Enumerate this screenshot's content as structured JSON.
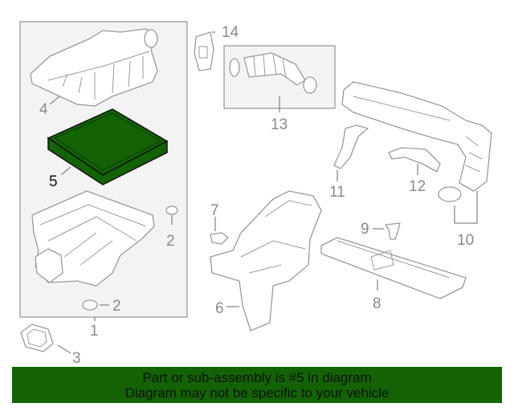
{
  "diagram": {
    "callouts": {
      "c1": "1",
      "c2a": "2",
      "c2b": "2",
      "c3": "3",
      "c4": "4",
      "c5": "5",
      "c6": "6",
      "c7": "7",
      "c8": "8",
      "c9": "9",
      "c10": "10",
      "c11": "11",
      "c12": "12",
      "c13": "13",
      "c14": "14"
    },
    "highlight_part": "5",
    "highlight_color": "#136305"
  },
  "banner": {
    "line1": "Part or sub-assembly is #5 in diagram",
    "line2": "Diagram may not be specific to your vehicle",
    "color": "#136305"
  }
}
